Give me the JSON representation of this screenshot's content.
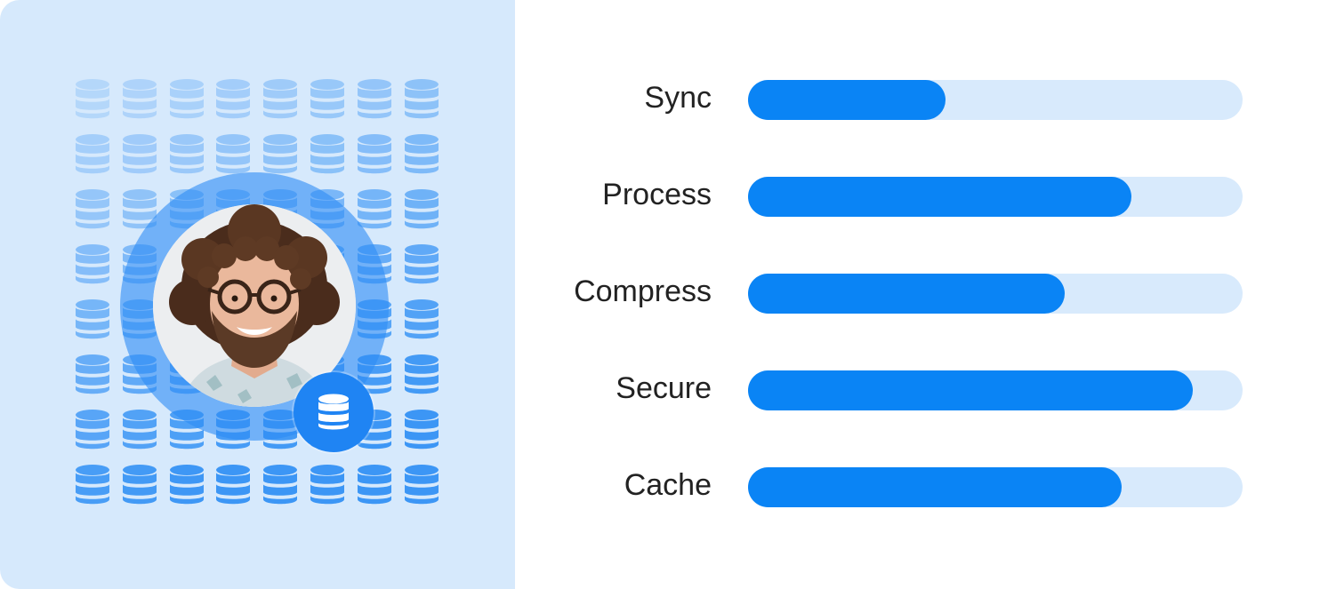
{
  "colors": {
    "panel_background": "#d6e9fc",
    "accent": "#0a84f5",
    "track": "#d8eafc",
    "label_text": "#222222"
  },
  "profile": {
    "avatar": "person-with-curly-hair-and-glasses-photo",
    "badge_icon": "database-icon",
    "pattern_icon": "database-icon"
  },
  "metrics": [
    {
      "label": "Sync",
      "progress": 0.4
    },
    {
      "label": "Process",
      "progress": 0.775
    },
    {
      "label": "Compress",
      "progress": 0.64
    },
    {
      "label": "Secure",
      "progress": 0.9
    },
    {
      "label": "Cache",
      "progress": 0.755
    }
  ]
}
